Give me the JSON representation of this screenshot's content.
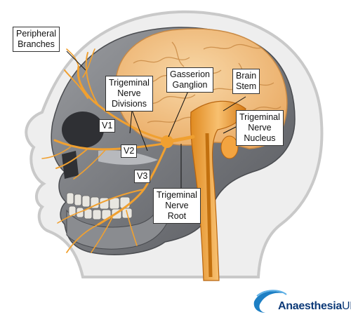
{
  "labels": {
    "peripheral_branches": "Peripheral\nBranches",
    "trigeminal_nerve_divisions": "Trigeminal\nNerve\nDivisions",
    "gasserion_ganglion": "Gasserion\nGanglion",
    "brain_stem": "Brain\nStem",
    "trigeminal_nerve_nucleus": "Trigeminal\nNerve\nNucleus",
    "trigeminal_nerve_root": "Trigeminal\nNerve\nRoot",
    "v1": "V1",
    "v2": "V2",
    "v3": "V3"
  },
  "logo": {
    "name": "Anaesthesia",
    "suffix": "UK",
    "icon": "swoosh-icon"
  },
  "colors": {
    "nerve": "#f0a030",
    "brain": "#f2c48a",
    "skull": "#7d7f84",
    "head_outline": "#c9c9c9",
    "logo_blue": "#0d3a78"
  }
}
